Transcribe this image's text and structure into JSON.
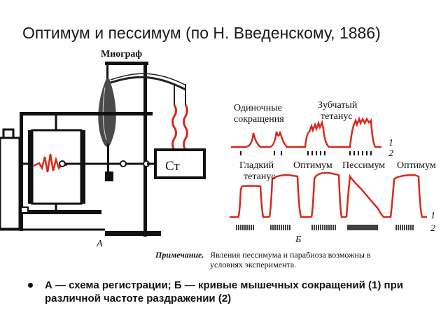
{
  "slide": {
    "title": "Оптимум и пессимум (по Н. Введенскому, 1886)",
    "caption": "А — схема регистрации; Б — кривые мышечных сокращений  (1) при различной частоте раздражении (2)"
  },
  "panel_a": {
    "myograph_label": "Миограф",
    "stimulator_label": "Ст",
    "panel_letter": "А"
  },
  "panel_b": {
    "labels_top": [
      "Одиночные",
      "сокращения",
      "Зубчатый",
      "тетанус"
    ],
    "labels_bottom": [
      "Гладкий",
      "тетанус",
      "Оптимум",
      "Пессимум",
      "Оптимум"
    ],
    "row_numbers": [
      "1",
      "2",
      "1",
      "2"
    ],
    "panel_letter": "Б"
  },
  "note": {
    "prefix": "Примечание.",
    "line1": "Явления пессимума и парабиоза возможны в",
    "line2": "условиях эксперимента."
  },
  "colors": {
    "trace": "#d9281c",
    "apparatus": "#111111"
  }
}
